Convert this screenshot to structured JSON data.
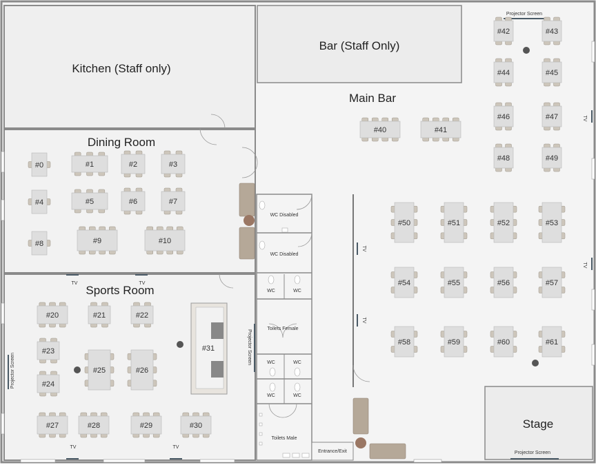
{
  "rooms": {
    "kitchen": "Kitchen (Staff only)",
    "bar": "Bar (Staff Only)",
    "main_bar": "Main Bar",
    "dining": "Dining Room",
    "sports": "Sports Room",
    "stage": "Stage"
  },
  "facilities": {
    "wc_disabled_1": "WC Disabled",
    "wc_disabled_2": "WC Disabled",
    "wc": "WC",
    "toilets_female": "Toilets Female",
    "toilets_male": "Toilets Male",
    "entrance": "Entrance/Exit"
  },
  "labels": {
    "tv": "TV",
    "projector": "Projector Screen"
  },
  "tables": {
    "dining": [
      "#0",
      "#1",
      "#2",
      "#3",
      "#4",
      "#5",
      "#6",
      "#7",
      "#8",
      "#9",
      "#10"
    ],
    "sports": [
      "#20",
      "#21",
      "#22",
      "#23",
      "#24",
      "#25",
      "#26",
      "#27",
      "#28",
      "#29",
      "#30",
      "#31"
    ],
    "main": [
      "#40",
      "#41",
      "#42",
      "#43",
      "#44",
      "#45",
      "#46",
      "#47",
      "#48",
      "#49",
      "#50",
      "#51",
      "#52",
      "#53",
      "#54",
      "#55",
      "#56",
      "#57",
      "#58",
      "#59",
      "#60",
      "#61"
    ]
  },
  "colors": {
    "wall": "#8a8a8a",
    "floor": "#f2f2f2",
    "room_fill": "#efefef",
    "table": "#dedede",
    "chair": "#cdc6bb",
    "sofa": "#b5a898",
    "ottoman": "#9a7764",
    "tv": "#4a5a66"
  }
}
